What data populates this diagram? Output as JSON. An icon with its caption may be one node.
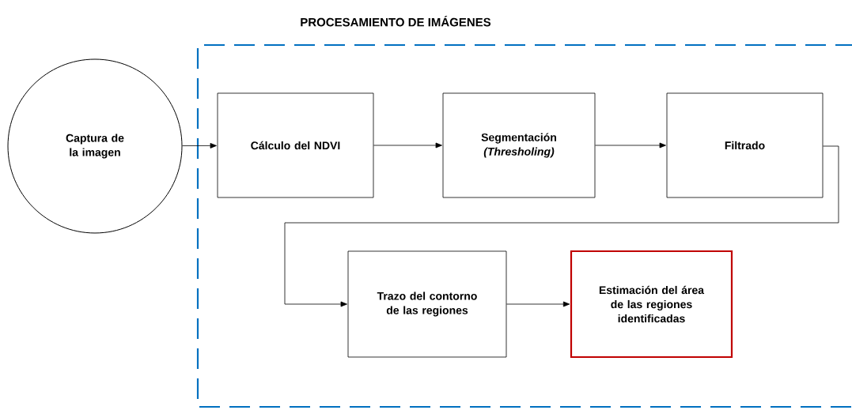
{
  "diagram": {
    "nodes": [
      {
        "text": [
          "PROCESAMIENTO DE IMÁGENES"
        ]
      },
      {
        "text": [
          "Captura de la imagen"
        ]
      },
      {
        "text": [
          "Cálculo del NDVI"
        ],
        "in": 0
      },
      {
        "text": [
          "Segmentación *(Thresholing)*"
        ],
        "in": 0
      },
      {
        "text": [
          "Filtrado"
        ],
        "in": 0
      },
      {
        "text": [
          "Trazo del contorno de las regiones"
        ],
        "in": 0
      },
      {
        "text": [
          "Estimación del área de las regiones identificadas"
        ],
        "in": 0
      }
    ],
    "edges": [
      {
        "from": 1,
        "to": 2,
        "arrow": "to"
      },
      {
        "from": 2,
        "to": 3,
        "arrow": "to"
      },
      {
        "from": 3,
        "to": 4,
        "arrow": "to"
      },
      {
        "from": 4,
        "to": 5,
        "arrow": "to"
      },
      {
        "from": 5,
        "to": 6,
        "arrow": "to"
      }
    ]
  }
}
